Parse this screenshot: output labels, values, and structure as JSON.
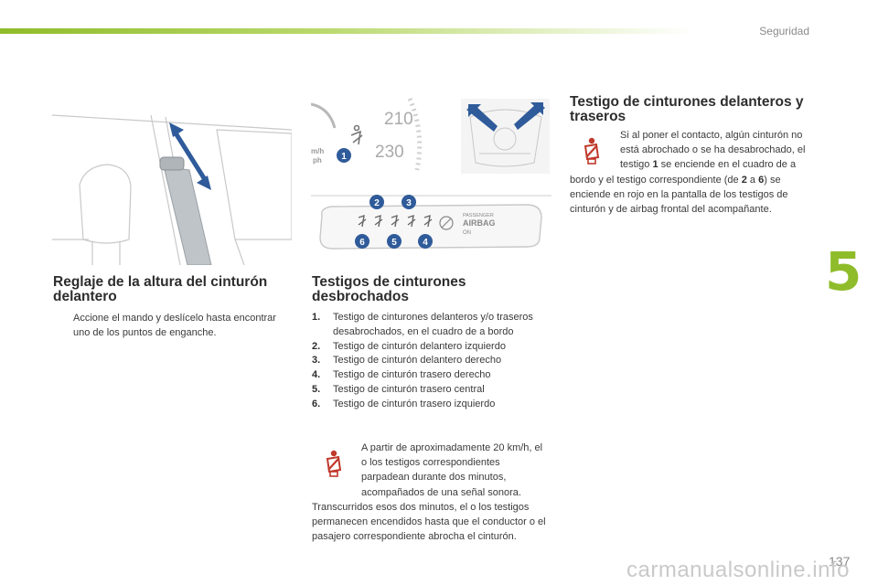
{
  "header": {
    "section": "Seguridad",
    "chapter": "5",
    "page": "137"
  },
  "watermark": "carmanualsonline.info",
  "left": {
    "title": "Reglaje de la altura del cinturón delantero",
    "bullet_mark": "",
    "bullet_text": "Accione el mando y deslícelo hasta encontrar uno de los puntos de enganche."
  },
  "middle": {
    "title": "Testigos de cinturones desbrochados",
    "items": [
      {
        "num": "1.",
        "text": "Testigo de cinturones delanteros y/o traseros desabrochados, en el cuadro de a bordo"
      },
      {
        "num": "2.",
        "text": "Testigo de cinturón delantero izquierdo"
      },
      {
        "num": "3.",
        "text": "Testigo de cinturón delantero derecho"
      },
      {
        "num": "4.",
        "text": "Testigo de cinturón trasero derecho"
      },
      {
        "num": "5.",
        "text": "Testigo de cinturón trasero central"
      },
      {
        "num": "6.",
        "text": "Testigo de cinturón trasero izquierdo"
      }
    ],
    "note": "A partir de aproximadamente 20 km/h, el o los testigos correspondientes parpadean durante dos minutos, acompañados de una señal sonora. Transcurridos esos dos minutos, el o los testigos permanecen encendidos hasta que el conductor o el pasajero correspondiente abrocha el cinturón."
  },
  "right": {
    "title": "Testigo de cinturones delanteros y traseros",
    "text_a": "Si al poner el contacto, algún cinturón no está abrochado o se ha desabrochado, el testigo",
    "num_1": "1",
    "text_b": "se enciende en el cuadro de a bordo y el testigo correspondiente (de",
    "num_2": "2",
    "text_c": "a",
    "num_6": "6",
    "text_d": ") se enciende en rojo en la pantalla de los testigos de cinturón y de airbag frontal del acompañante."
  },
  "illustration": {
    "speed_210": "210",
    "speed_230": "230",
    "unit_kmh": "m/h",
    "unit_mph": "ph",
    "callout_1": "1",
    "callouts_top": [
      "2",
      "3"
    ],
    "callouts_bottom": [
      "6",
      "5",
      "4"
    ],
    "passenger_label": "PASSENGER",
    "airbag_label": "AIRBAG",
    "on_label": "ON"
  },
  "colors": {
    "accent_green": "#8fbc2a",
    "warning_red": "#c0392b",
    "callout_blue": "#2f5b9a"
  }
}
